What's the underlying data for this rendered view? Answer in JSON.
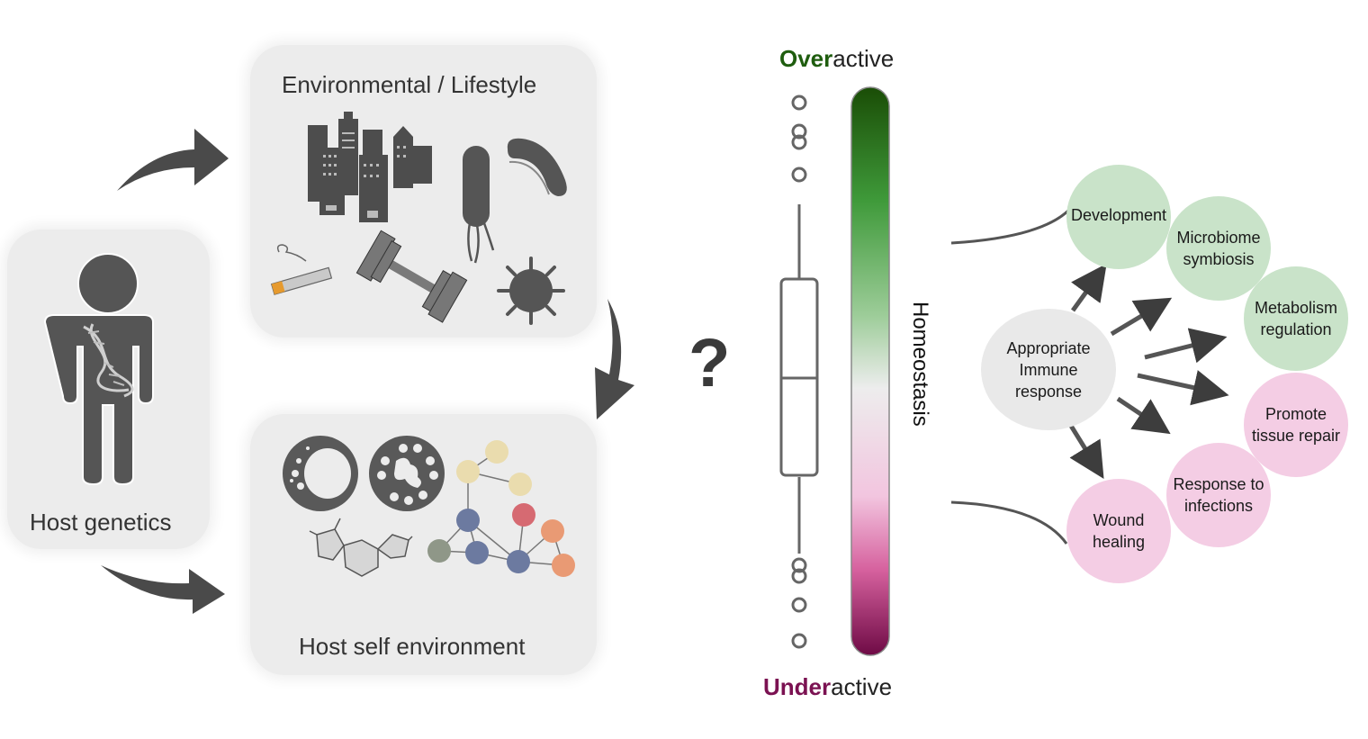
{
  "panels": {
    "host_genetics": {
      "title": "Host genetics"
    },
    "environmental": {
      "title": "Environmental / Lifestyle"
    },
    "host_self": {
      "title": "Host self environment"
    }
  },
  "question": "?",
  "scale": {
    "top_label_strong": "Over",
    "top_label_rest": "active",
    "bottom_label_strong": "Under",
    "bottom_label_rest": "active",
    "middle_label": "Homeostasis",
    "gradient_colors": [
      "#1a4d06",
      "#3f9a3a",
      "#9ccc98",
      "#ededed",
      "#f2c5df",
      "#d6619e",
      "#6e0a45"
    ],
    "colors": {
      "over": "#1f5d0f",
      "under": "#7b1252"
    }
  },
  "outcomes": {
    "center": "Appropriate Immune response",
    "green": [
      "Development",
      "Microbiome symbiosis",
      "Metabolism regulation"
    ],
    "pink": [
      "Promote tissue repair",
      "Response to infections",
      "Wound healing"
    ]
  },
  "icons": [
    "person-icon",
    "dna-icon",
    "city-icon",
    "bacterium-icon",
    "bacillus-icon",
    "cigarette-icon",
    "dumbbell-icon",
    "virus-icon",
    "cell-icon",
    "granulocyte-icon",
    "molecule-icon",
    "network-icon",
    "boxplot-icon"
  ]
}
